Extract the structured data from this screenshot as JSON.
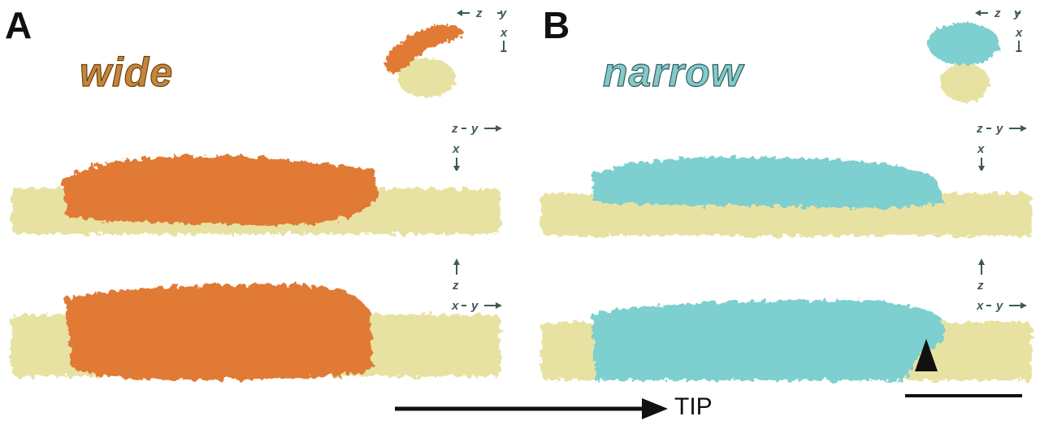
{
  "panels": {
    "a": {
      "letter": "A",
      "title": "wide"
    },
    "b": {
      "letter": "B",
      "title": "narrow"
    }
  },
  "axes": {
    "end_view": {
      "left": "z",
      "right": "y",
      "down": "x"
    },
    "side_view": {
      "left": "z",
      "right": "y",
      "down": "x"
    },
    "top_view": {
      "up": "z",
      "left": "x",
      "right": "y"
    }
  },
  "footer": {
    "tip_label": "TIP"
  },
  "colors": {
    "wide": "#e07a36",
    "wide_title_fill": "#c4873a",
    "narrow": "#7ecfcf",
    "narrow_title_fill": "#86c8c8",
    "microtubule": "#e8e2a2",
    "axis_color": "#3f5a55",
    "ink": "#111111"
  },
  "icons": [
    "arrowhead-marker-icon",
    "tip-direction-arrow-icon",
    "scale-bar"
  ]
}
